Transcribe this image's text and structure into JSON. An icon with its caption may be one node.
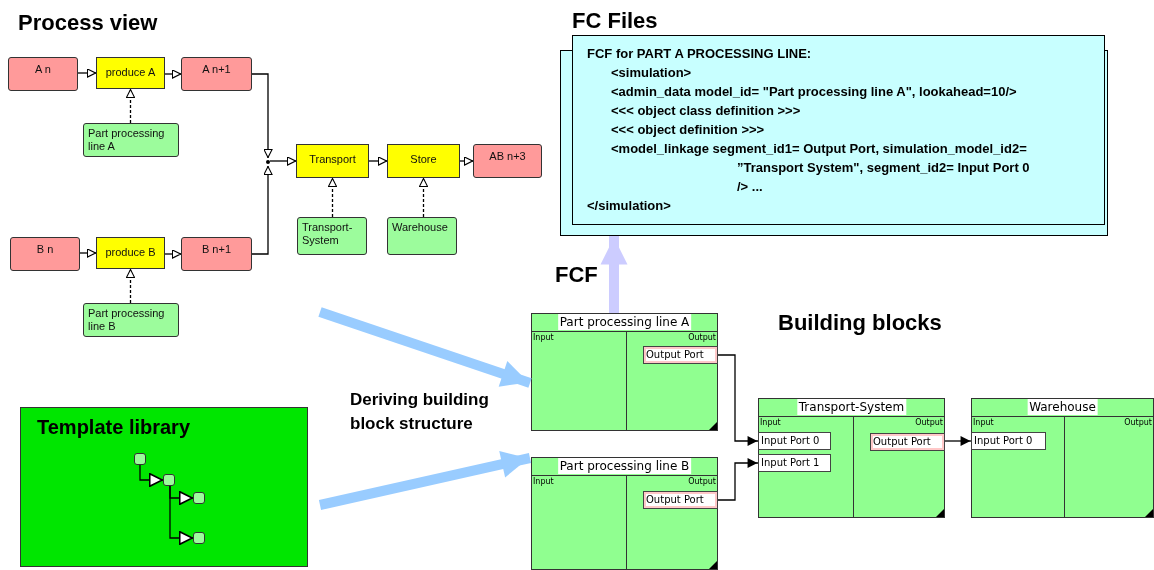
{
  "diagram": {
    "nodes": [
      {
        "text": [
          "A n"
        ]
      },
      {
        "text": [
          "produce A"
        ]
      },
      {
        "text": [
          "A n+1"
        ]
      },
      {
        "text": [
          "Part processing line A"
        ]
      },
      {
        "text": [
          "B n"
        ]
      },
      {
        "text": [
          "produce B"
        ]
      },
      {
        "text": [
          "B n+1"
        ]
      },
      {
        "text": [
          "Part processing line B"
        ]
      },
      {
        "text": [],
        "shape": "circle"
      },
      {
        "text": [
          "Transport"
        ]
      },
      {
        "text": [
          "Store"
        ]
      },
      {
        "text": [
          "AB n+3"
        ]
      },
      {
        "text": [
          "Transport-System"
        ]
      },
      {
        "text": [
          "Warehouse"
        ]
      },
      {
        "text": [
          "FC Files",
          "FCF for PART A PROCESSING LINE:",
          "<simulation>",
          "<admin_data model_id= \"Part processing line A\", lookahead=10/>",
          "<<< object class definition >>>",
          "<<< object definition >>>",
          "<model_linkage segment_id1= Output Port, simulation_model_id2= ”Transport System\", segment_id2= Input Port 0 /> ...",
          "</simulation>"
        ]
      },
      {
        "text": [
          "Template library"
        ]
      },
      {
        "text": [],
        "shape": "box",
        "in": 15
      },
      {
        "text": [],
        "shape": "box",
        "in": 15
      },
      {
        "text": [],
        "shape": "box",
        "in": 15
      },
      {
        "text": [],
        "shape": "box",
        "in": 15
      },
      {
        "text": [
          "Part processing line A",
          "Input",
          "Output"
        ]
      },
      {
        "text": [
          "Output Port"
        ],
        "in": 20
      },
      {
        "text": [
          "Part processing line B",
          "Input",
          "Output"
        ]
      },
      {
        "text": [
          "Output Port"
        ],
        "in": 22
      },
      {
        "text": [
          "Transport-System",
          "Input",
          "Output"
        ]
      },
      {
        "text": [
          "Input Port 0"
        ],
        "in": 24
      },
      {
        "text": [
          "Input Port 1"
        ],
        "in": 24
      },
      {
        "text": [
          "Output Port"
        ],
        "in": 24
      },
      {
        "text": [
          "Warehouse",
          "Input",
          "Output"
        ]
      },
      {
        "text": [
          "Input Port 0"
        ],
        "in": 28
      }
    ],
    "edges": [
      {
        "from": 0,
        "to": 1,
        "arrow": "to"
      },
      {
        "from": 1,
        "to": 2,
        "arrow": "to"
      },
      {
        "from": 3,
        "to": 1,
        "arrow": "to",
        "style": "dashed"
      },
      {
        "from": 4,
        "to": 5,
        "arrow": "to"
      },
      {
        "from": 5,
        "to": 6,
        "arrow": "to"
      },
      {
        "from": 7,
        "to": 5,
        "arrow": "to",
        "style": "dashed"
      },
      {
        "from": 2,
        "to": 8,
        "arrow": "to"
      },
      {
        "from": 6,
        "to": 8,
        "arrow": "to"
      },
      {
        "from": 8,
        "to": 9,
        "arrow": "to"
      },
      {
        "from": 9,
        "to": 10,
        "arrow": "to"
      },
      {
        "from": 10,
        "to": 11,
        "arrow": "to"
      },
      {
        "from": 12,
        "to": 9,
        "arrow": "to",
        "style": "dashed"
      },
      {
        "from": 13,
        "to": 10,
        "arrow": "to",
        "style": "dashed"
      },
      {
        "from": 16,
        "to": 17,
        "arrow": "to"
      },
      {
        "from": 17,
        "to": 18,
        "arrow": "to"
      },
      {
        "from": 17,
        "to": 19,
        "arrow": "to"
      },
      {
        "from": null,
        "to": 20,
        "arrow": "to",
        "style": "thick",
        "color": "#99ccff"
      },
      {
        "from": 15,
        "to": 22,
        "arrow": "to",
        "style": "thick",
        "color": "#99ccff"
      },
      {
        "from": 20,
        "to": 14,
        "arrow": "to",
        "style": "thick",
        "color": "#ccccff",
        "label": "FCF"
      },
      {
        "from": 21,
        "to": 25,
        "arrow": "to"
      },
      {
        "from": 23,
        "to": 26,
        "arrow": "to"
      },
      {
        "from": 27,
        "to": 29,
        "arrow": "to"
      }
    ],
    "labels": [
      "Process view",
      "Deriving building block structure",
      "Building blocks"
    ]
  }
}
